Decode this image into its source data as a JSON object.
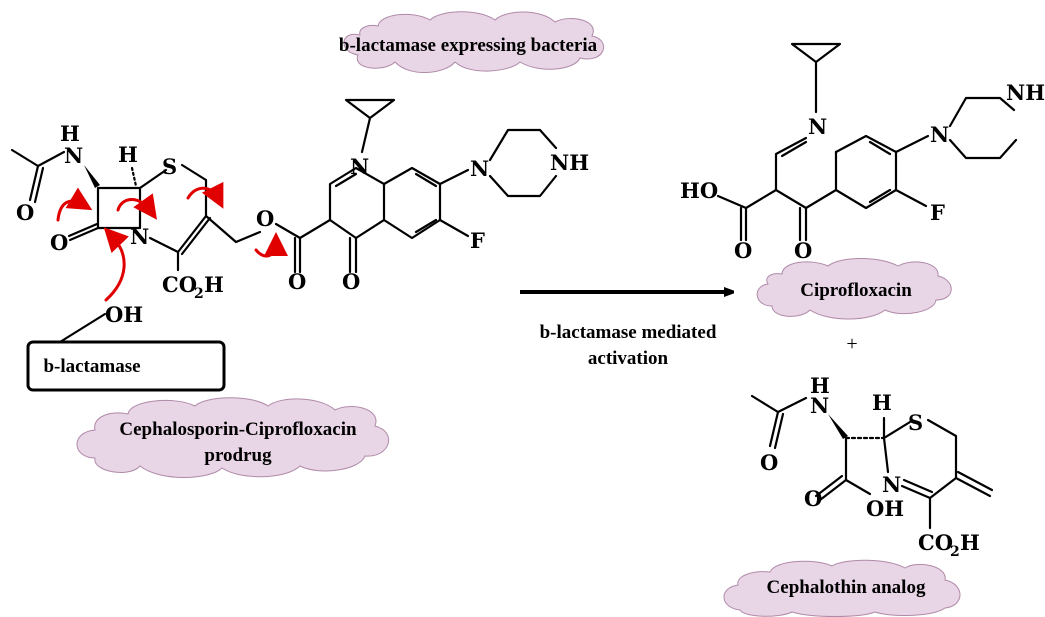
{
  "colors": {
    "cloud_fill": "#e8d5e6",
    "cloud_stroke": "#b08aa9",
    "electron_arrow": "#e00000",
    "bond": "#000000"
  },
  "labels": {
    "bacteria_cloud": "b-lactamase expressing bacteria",
    "enzyme_box": "b-lactamase",
    "prodrug_line1": "Cephalosporin-Ciprofloxacin",
    "prodrug_line2": "prodrug",
    "reaction_line1": "b-lactamase mediated",
    "reaction_line2": "activation",
    "product1": "Ciprofloxacin",
    "plus": "+",
    "product2": "Cephalothin analog"
  },
  "atoms": {
    "H": "H",
    "N": "N",
    "NH": "NH",
    "O": "O",
    "OH": "OH",
    "S": "S",
    "F": "F",
    "HO": "HO",
    "CO": "CO",
    "two": "2"
  }
}
